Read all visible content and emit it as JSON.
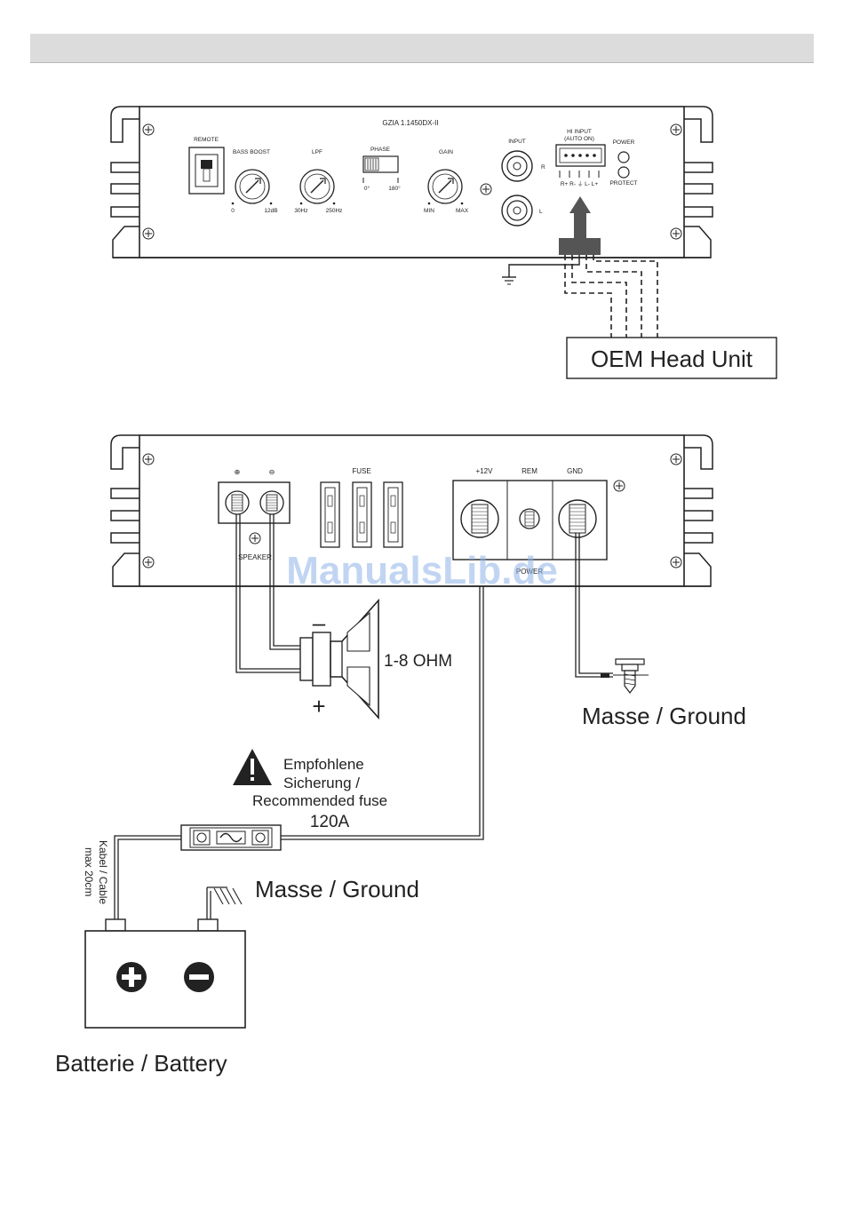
{
  "amp_top": {
    "model": "GZIA 1.1450DX-II",
    "remote": "REMOTE",
    "bass_boost": "BASS BOOST",
    "bass_min": "0",
    "bass_max": "12dB",
    "lpf": "LPF",
    "lpf_min": "30Hz",
    "lpf_max": "250Hz",
    "phase": "PHASE",
    "phase_0": "0°",
    "phase_180": "180°",
    "gain": "GAIN",
    "gain_min": "MIN",
    "gain_max": "MAX",
    "input": "INPUT",
    "input_r": "R",
    "input_l": "L",
    "hi_input": "HI INPUT",
    "auto_on": "(AUTO ON)",
    "hi_pins": "R+ R- ⏚ L- L+",
    "power": "POWER",
    "protect": "PROTECT"
  },
  "oem": "OEM Head Unit",
  "amp_bottom": {
    "plus": "⊕",
    "minus": "⊖",
    "speaker": "SPEAKER",
    "fuse": "FUSE",
    "v12": "+12V",
    "rem": "REM",
    "gnd": "GND",
    "power": "POWER"
  },
  "watermark": "ManualsLib.de",
  "speaker_minus": "–",
  "speaker_plus": "+",
  "ohm": "1-8 OHM",
  "ground_right": "Masse / Ground",
  "fuse_note": [
    "Empfohlene",
    "Sicherung /",
    "Recommended fuse"
  ],
  "fuse_value": "120A",
  "cable_note": [
    "Kabel / Cable",
    "max 20cm"
  ],
  "ground_left": "Masse / Ground",
  "battery": "Batterie / Battery"
}
